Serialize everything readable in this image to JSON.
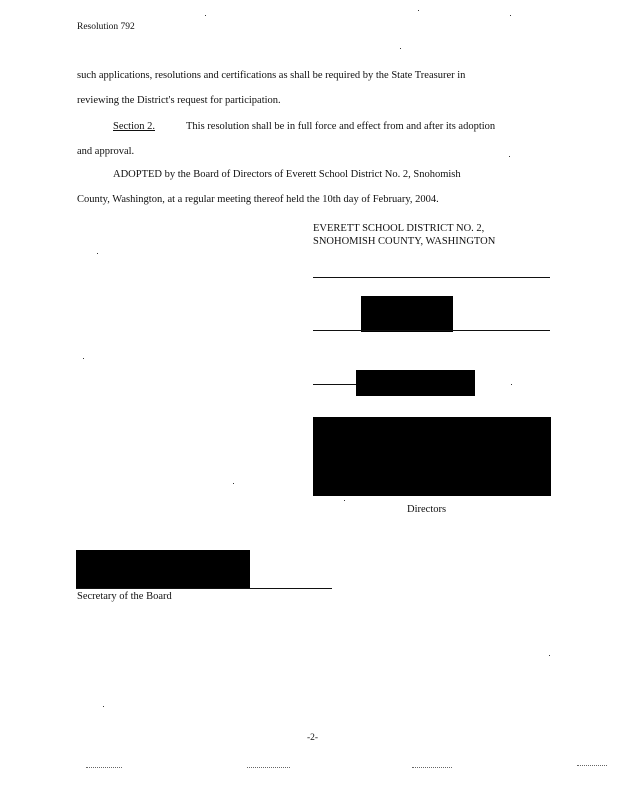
{
  "header": {
    "resolution": "Resolution 792"
  },
  "body": {
    "continuation_line1": "such applications, resolutions and certifications as shall be required by the State Treasurer in",
    "continuation_line2": "reviewing the District's request for participation.",
    "section2_label": "Section 2.",
    "section2_text_line1": "This resolution shall be in full force and effect from and after its adoption",
    "section2_text_line2": "and approval.",
    "adopted_line1": "ADOPTED by the Board of Directors of Everett School District No. 2, Snohomish",
    "adopted_line2": "County, Washington, at a regular meeting thereof held the 10th day of February, 2004."
  },
  "signature_block": {
    "district_line1": "EVERETT SCHOOL DISTRICT NO. 2,",
    "district_line2": "SNOHOMISH COUNTY, WASHINGTON",
    "directors_label": "Directors"
  },
  "attest": {
    "secretary_label": "Secretary of the Board"
  },
  "footer": {
    "page_number": "-2-"
  },
  "colors": {
    "redaction": "#000000",
    "text": "#111111",
    "background": "#ffffff"
  }
}
